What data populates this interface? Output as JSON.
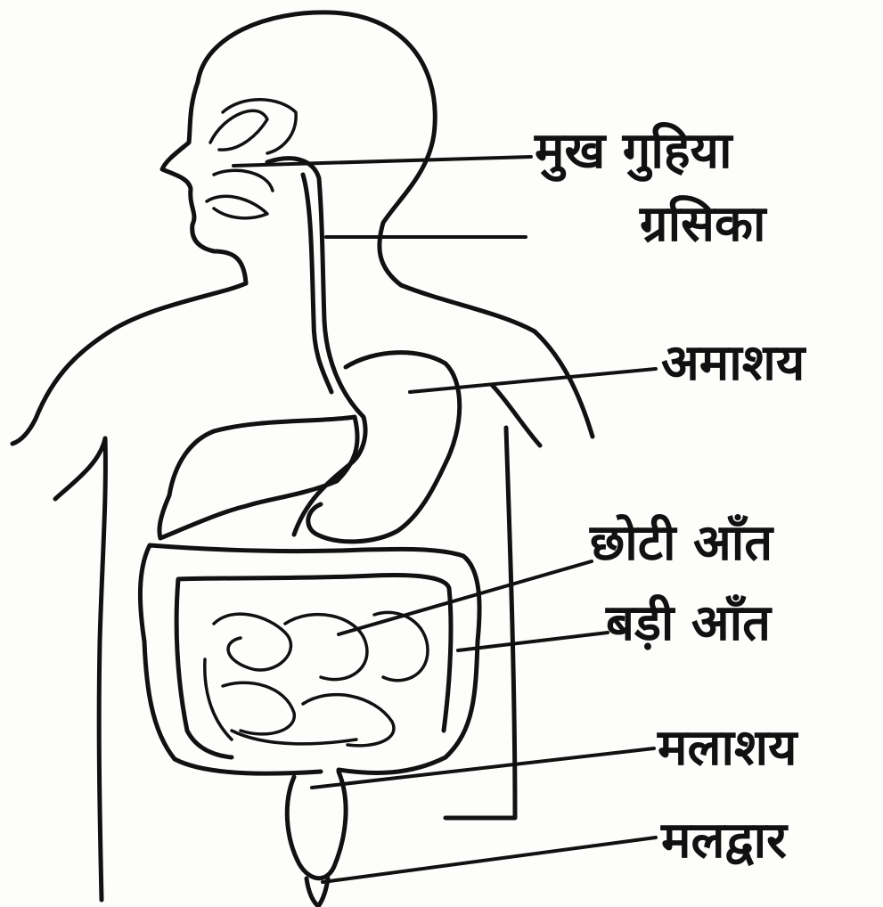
{
  "labels": {
    "mouth": "मुख गुहिया",
    "esophagus": "ग्रसिका",
    "stomach": "अमाशय",
    "small_intestine": "छोटी आँत",
    "large_intestine": "बड़ी आँत",
    "rectum": "मलाशय",
    "anus": "मलद्वार"
  }
}
